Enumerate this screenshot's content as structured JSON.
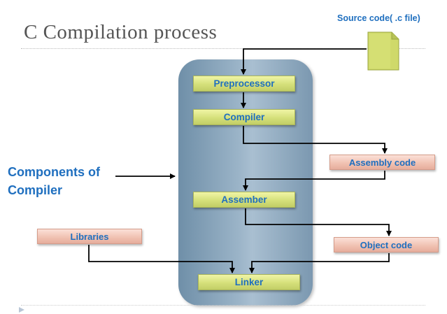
{
  "title": "C Compilation process",
  "source_label": "Source code( .c file)",
  "components_label": [
    "Components of",
    "Compiler"
  ],
  "stages": {
    "preprocessor": "Preprocessor",
    "compiler": "Compiler",
    "assembler": "Assember",
    "linker": "Linker"
  },
  "artifacts": {
    "assembly_code": "Assembly code",
    "object_code": "Object code",
    "libraries": "Libraries"
  },
  "icons": {
    "source_file": "document-icon",
    "slide_marker": "triangle-marker-icon"
  },
  "colors": {
    "label_blue": "#1f6fbf",
    "panel": "#8ea9bf",
    "stage_fill": "#d5e07a",
    "artifact_fill": "#f0c0b0",
    "document": "#cfd96a"
  }
}
